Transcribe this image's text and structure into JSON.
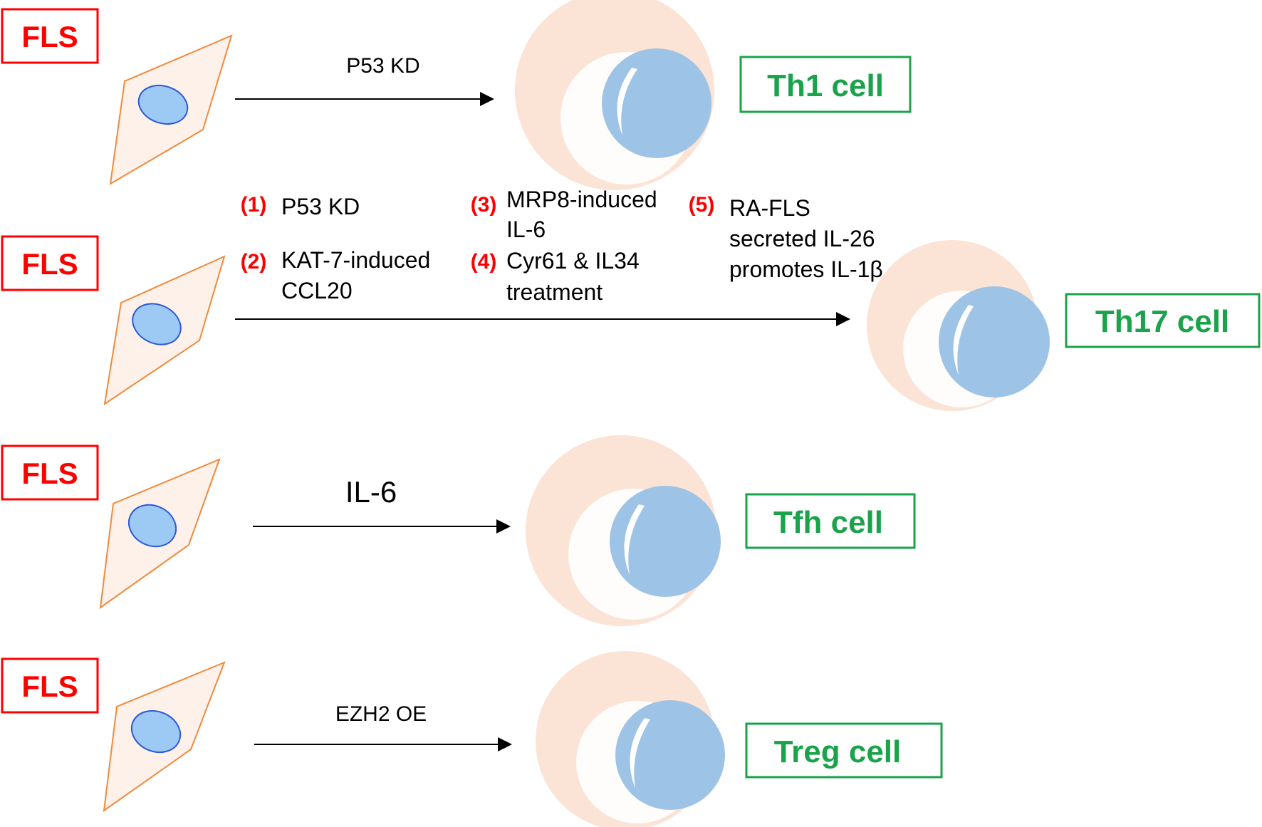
{
  "colors": {
    "fls_red": "#ff0000",
    "tcell_green": "#1aa34a",
    "fibroblast_outline": "#f08a3c",
    "fibroblast_fill": "#fdf1ea",
    "nucleus_fill": "#9ccaf4",
    "nucleus_outline": "#2d59d8",
    "tcell_cytoplasm": "#fbe3d6",
    "tcell_nucleus": "#9dc3e6",
    "arrow": "#000000"
  },
  "rows": [
    {
      "source": "FLS",
      "target": "Th1 cell",
      "arrow_label": "P53 KD"
    },
    {
      "source": "FLS",
      "target": "Th17 cell",
      "steps": [
        {
          "num": "(1)",
          "lines": [
            "P53 KD"
          ]
        },
        {
          "num": "(2)",
          "lines": [
            "KAT-7-induced",
            "CCL20"
          ]
        },
        {
          "num": "(3)",
          "lines": [
            "MRP8-induced",
            "IL-6"
          ]
        },
        {
          "num": "(4)",
          "lines": [
            "Cyr61 & IL34",
            "treatment"
          ]
        },
        {
          "num": "(5)",
          "lines": [
            "RA-FLS",
            "secreted IL-26",
            "promotes IL-1β"
          ]
        }
      ]
    },
    {
      "source": "FLS",
      "target": "Tfh cell",
      "arrow_label": "IL-6"
    },
    {
      "source": "FLS",
      "target": "Treg cell",
      "arrow_label": "EZH2 OE"
    }
  ]
}
